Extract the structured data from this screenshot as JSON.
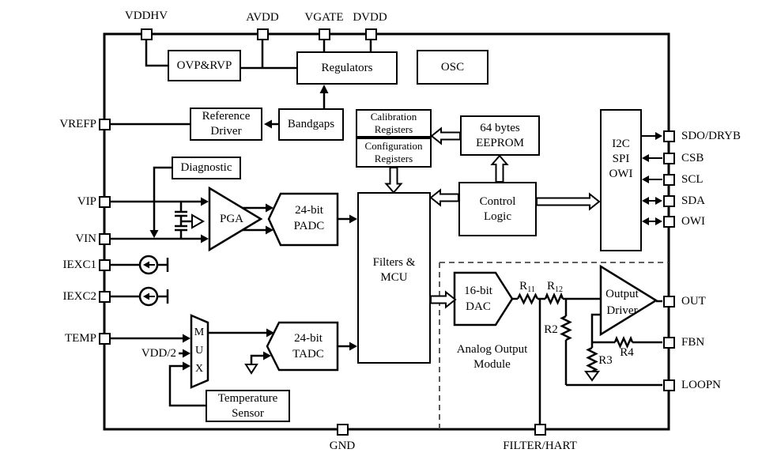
{
  "pins": {
    "vddhv": "VDDHV",
    "avdd": "AVDD",
    "vgate": "VGATE",
    "dvdd": "DVDD",
    "vrefp": "VREFP",
    "vip": "VIP",
    "vin": "VIN",
    "iexc1": "IEXC1",
    "iexc2": "IEXC2",
    "temp": "TEMP",
    "sdo_dryb": "SDO/DRYB",
    "csb": "CSB",
    "scl": "SCL",
    "sda": "SDA",
    "owi": "OWI",
    "out": "OUT",
    "fbn": "FBN",
    "loopn": "LOOPN",
    "gnd": "GND",
    "filter_hart": "FILTER/HART"
  },
  "blocks": {
    "ovp": "OVP&RVP",
    "regulators": "Regulators",
    "osc": "OSC",
    "refdriver1": "Reference",
    "refdriver2": "Driver",
    "bandgaps": "Bandgaps",
    "calreg1": "Calibration",
    "calreg2": "Registers",
    "cfgreg1": "Configuration",
    "cfgreg2": "Registers",
    "eeprom1": "64 bytes",
    "eeprom2": "EEPROM",
    "i2c1": "I2C",
    "i2c2": "SPI",
    "i2c3": "OWI",
    "diagnostic": "Diagnostic",
    "pga": "PGA",
    "padc1": "24-bit",
    "padc2": "PADC",
    "tadc1": "24-bit",
    "tadc2": "TADC",
    "filters1": "Filters &",
    "filters2": "MCU",
    "control1": "Control",
    "control2": "Logic",
    "mux1": "M",
    "mux2": "U",
    "mux3": "X",
    "tempsensor1": "Temperature",
    "tempsensor2": "Sensor",
    "dac1": "16-bit",
    "dac2": "DAC",
    "outdrv1": "Output",
    "outdrv2": "Driver",
    "module1": "Analog Output",
    "module2": "Module",
    "vdd2": "VDD/2"
  },
  "resistors": {
    "r11b": "R",
    "r11s": "11",
    "r12b": "R",
    "r12s": "12",
    "r2": "R2",
    "r3": "R3",
    "r4": "R4"
  },
  "colors": {
    "line": "#000000",
    "background": "#ffffff",
    "dashed": "#4a4a4a"
  }
}
